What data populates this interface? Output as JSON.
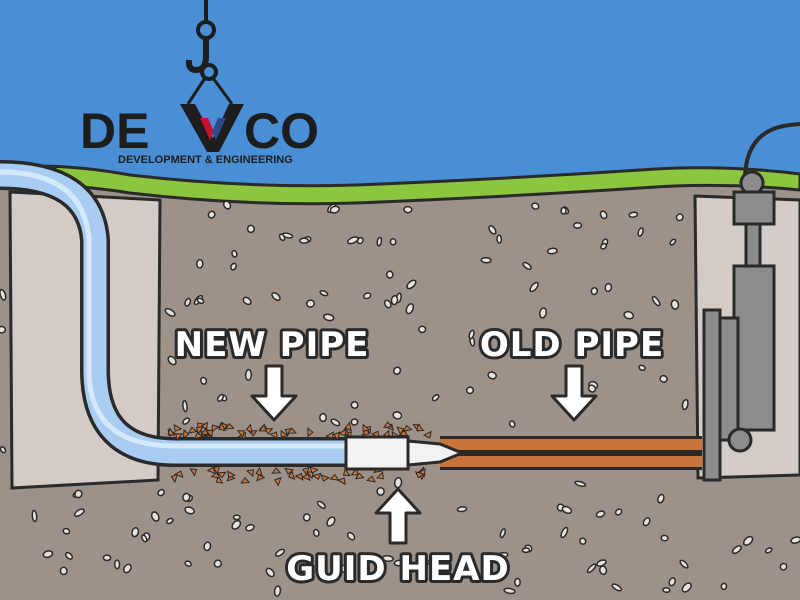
{
  "logo": {
    "name_left": "DE",
    "name_right": "CO",
    "tagline": "DEVELOPMENT & ENGINEERING"
  },
  "labels": {
    "new_pipe": "NEW PIPE",
    "old_pipe": "OLD PIPE",
    "guide_head": "GUID HEAD"
  },
  "colors": {
    "sky": "#4a8fd6",
    "grass": "#8cc63f",
    "soil": "#9d9289",
    "pit_wall": "#d3cbc6",
    "new_pipe": "#a9cdf2",
    "old_pipe": "#c9743a",
    "guide_head": "#f2f2f2",
    "machine": "#8c8c8c",
    "logo_dark": "#1d1d1d",
    "logo_red": "#c8102e",
    "logo_blue": "#2e4a8c"
  }
}
